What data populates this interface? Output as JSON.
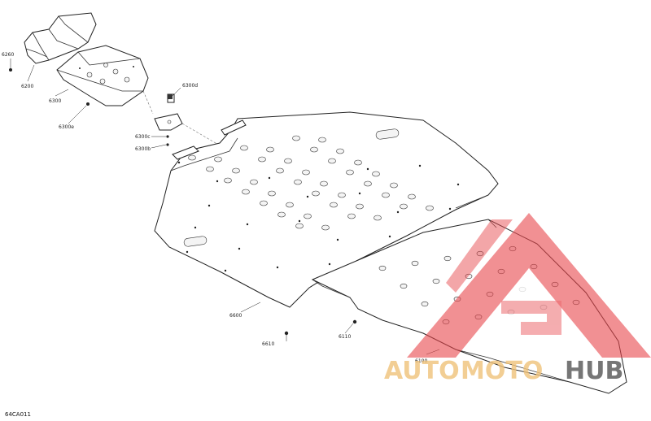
{
  "diagram_code": "64CA011",
  "callouts": {
    "c6260": "6260",
    "c6200": "6200",
    "c6300": "6300",
    "c6300e": "6300e",
    "c6300d": "6300d",
    "c6300c": "6300c",
    "c6300b": "6300b",
    "c6600": "6600",
    "c6610": "6610",
    "c6110": "6110",
    "c6100": "6100"
  },
  "watermark": {
    "part1": "AUTO",
    "part2": "MOTO",
    "part3": "HUB",
    "color_light": "#f0c27a",
    "color_dark": "#555555",
    "triangle_color": "#e8464b"
  }
}
